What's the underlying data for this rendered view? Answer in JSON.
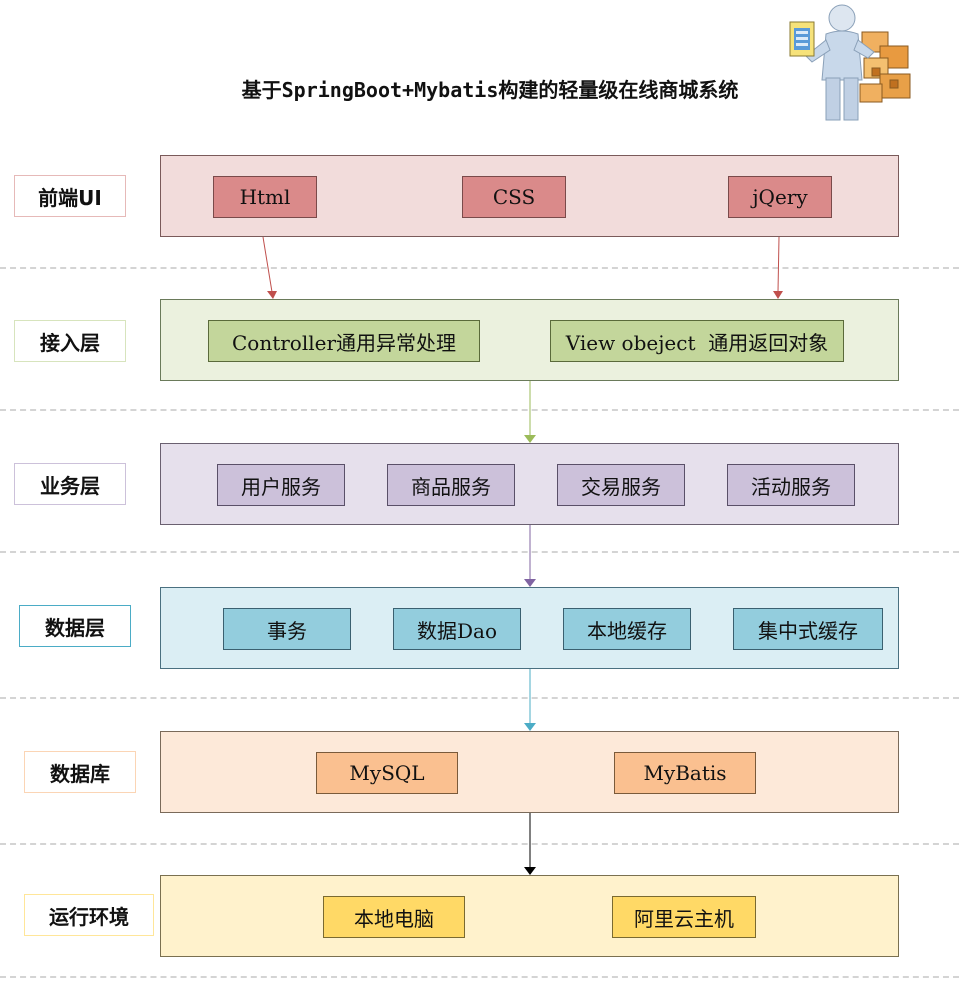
{
  "title": "基于SpringBoot+Mybatis构建的轻量级在线商城系统",
  "layers": [
    {
      "label": "前端UI",
      "items": [
        "Html",
        "CSS",
        "jQery"
      ],
      "colors": {
        "panel_bg": "#f2dcdb",
        "panel_border": "#7a5a5a",
        "item_bg": "#da8a8a",
        "item_border": "#7a4a4a",
        "label_border": "#e6b9b8"
      }
    },
    {
      "label": "接入层",
      "items": [
        "Controller通用异常处理",
        "View obeject  通用返回对象"
      ],
      "colors": {
        "panel_bg": "#ebf1de",
        "panel_border": "#6a7a5a",
        "item_bg": "#c3d69b",
        "item_border": "#5a6a3a",
        "label_border": "#d7e4bd"
      }
    },
    {
      "label": "业务层",
      "items": [
        "用户服务",
        "商品服务",
        "交易服务",
        "活动服务"
      ],
      "colors": {
        "panel_bg": "#e6e0ec",
        "panel_border": "#6a6070",
        "item_bg": "#ccc1da",
        "item_border": "#5a5068",
        "label_border": "#ccc1da"
      }
    },
    {
      "label": "数据层",
      "items": [
        "事务",
        "数据Dao",
        "本地缓存",
        "集中式缓存"
      ],
      "colors": {
        "panel_bg": "#dbeef4",
        "panel_border": "#4a7080",
        "item_bg": "#93cddd",
        "item_border": "#3a6070",
        "label_border": "#4bacc6"
      }
    },
    {
      "label": "数据库",
      "items": [
        "MySQL",
        "MyBatis"
      ],
      "colors": {
        "panel_bg": "#fde9d9",
        "panel_border": "#7a6a5a",
        "item_bg": "#fac090",
        "item_border": "#7a5a3a",
        "label_border": "#fbd5b5"
      }
    },
    {
      "label": "运行环境",
      "items": [
        "本地电脑",
        "阿里云主机"
      ],
      "colors": {
        "panel_bg": "#fff2cc",
        "panel_border": "#7a7050",
        "item_bg": "#ffd966",
        "item_border": "#7a6a30",
        "label_border": "#ffe699"
      }
    }
  ],
  "arrow_colors": [
    "#c0504d",
    "#9bbb59",
    "#8064a2",
    "#4bacc6",
    "#000000"
  ],
  "icon": "person-with-boxes-icon"
}
